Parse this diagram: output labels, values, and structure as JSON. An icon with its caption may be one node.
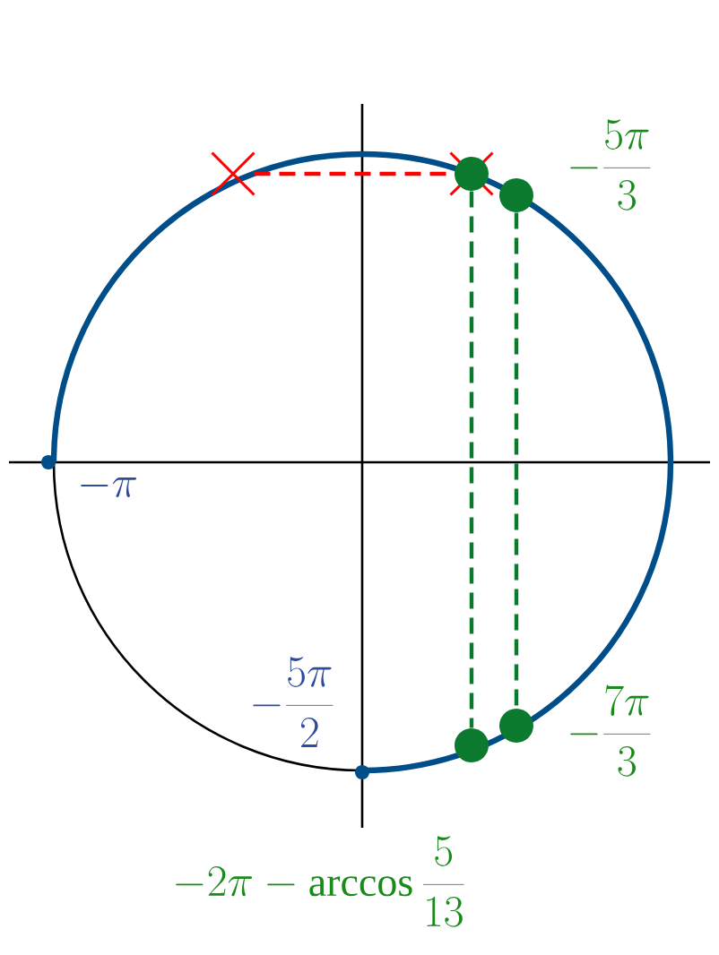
{
  "diagram": {
    "nodes": [
      {
        "text": [],
        "shape": "cross"
      },
      {
        "text": [],
        "shape": "cross"
      },
      {
        "text": [],
        "shape": "circle",
        "in": 1
      },
      {
        "text": [],
        "shape": "circle",
        "beside": [
          "-\\frac{5\\pi}{3}"
        ]
      },
      {
        "text": [],
        "shape": "circle",
        "beside": [
          "-\\pi"
        ]
      },
      {
        "text": [],
        "shape": "circle",
        "beside": [
          "-\\frac{7\\pi}{3}"
        ]
      },
      {
        "text": [],
        "shape": "circle"
      },
      {
        "text": [],
        "shape": "circle",
        "beside": [
          "-\\frac{5\\pi}{2}"
        ]
      }
    ],
    "edges": [
      {
        "from": 0,
        "to": 1,
        "arrow": "none",
        "style": "dashed",
        "color": "#ff0000"
      },
      {
        "from": 2,
        "to": 6,
        "arrow": "none",
        "style": "dashed",
        "color": "#0b7a2f"
      },
      {
        "from": 3,
        "to": 5,
        "arrow": "none",
        "style": "dashed",
        "color": "#0b7a2f"
      }
    ],
    "labels": [
      "-2\\pi-\\arccos\\frac{5}{13}"
    ]
  }
}
